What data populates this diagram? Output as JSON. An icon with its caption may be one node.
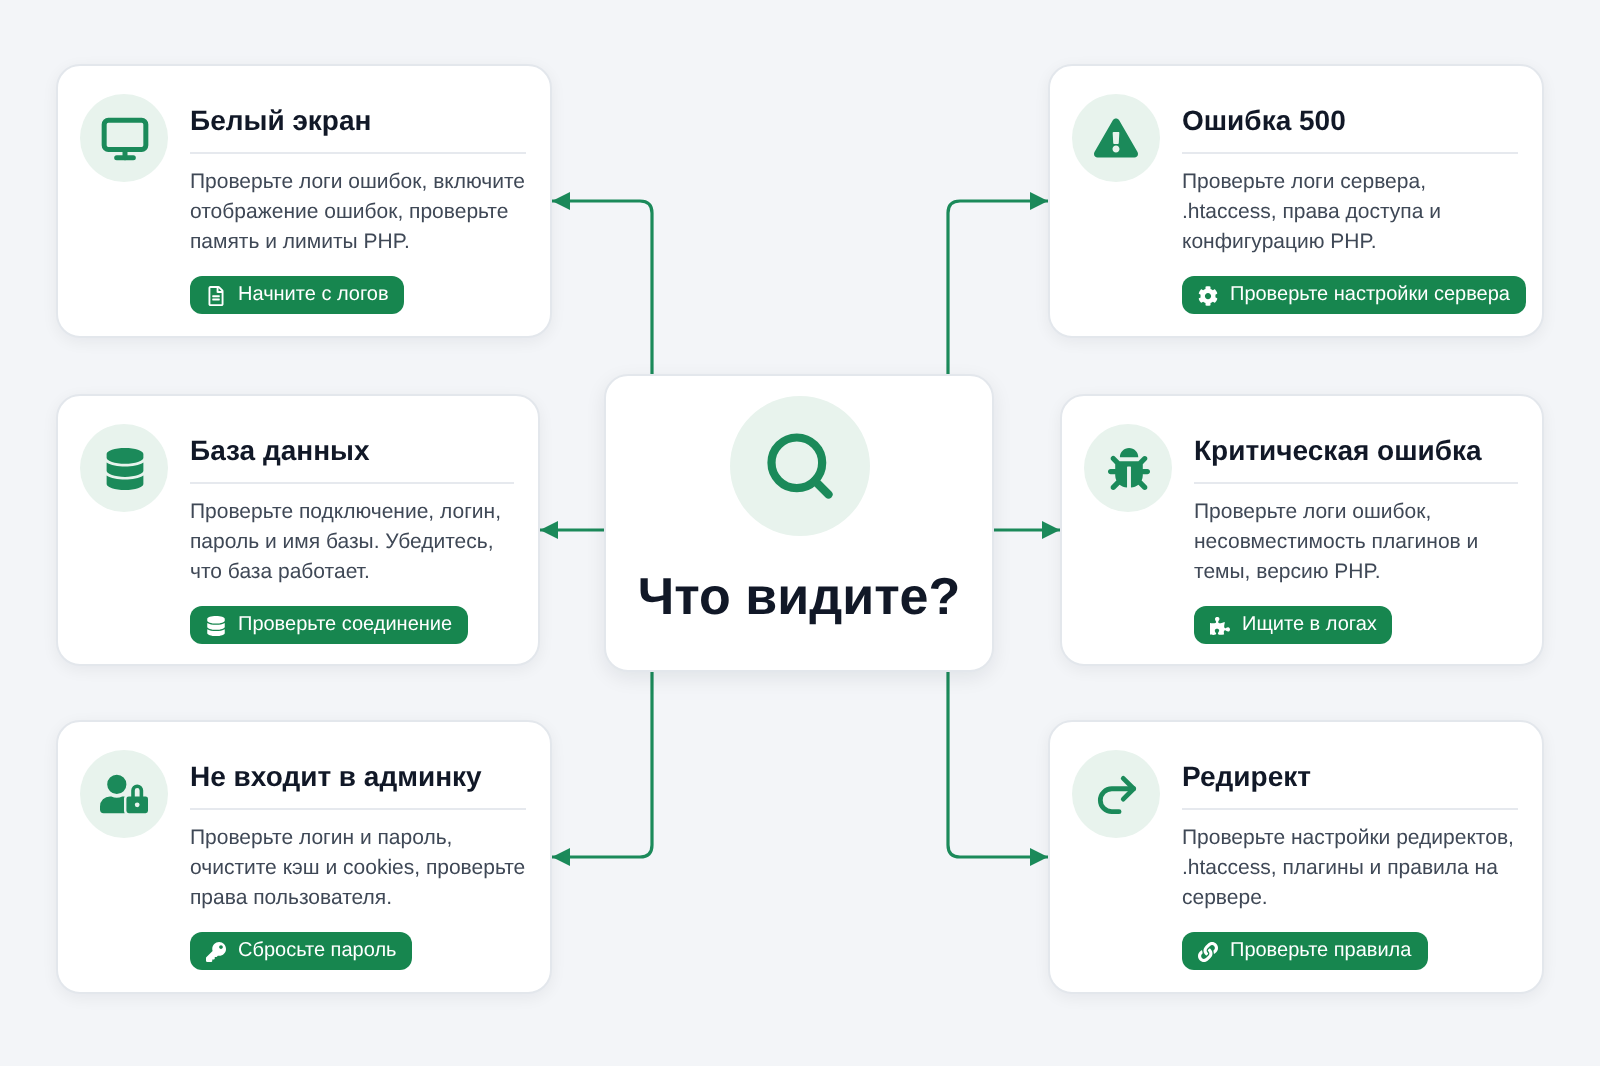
{
  "diagram": {
    "nodes": [
      {
        "text": [
          "Что видите?"
        ]
      },
      {
        "text": [
          "Белый экран",
          "Проверьте логи ошибок, включите отображение ошибок, проверьте память и лимиты PHP."
        ]
      },
      {
        "text": [
          "Начните с логов"
        ],
        "in": 1
      },
      {
        "text": [
          "Ошибка 500",
          "Проверьте логи сервера, .htaccess, права доступа и конфигурацию PHP."
        ]
      },
      {
        "text": [
          "Проверьте настройки сервера"
        ],
        "in": 3
      },
      {
        "text": [
          "База данных",
          "Проверьте подключение, логин, пароль и имя базы. Убедитесь, что база работает."
        ]
      },
      {
        "text": [
          "Проверьте соединение"
        ],
        "in": 5
      },
      {
        "text": [
          "Критическая ошибка",
          "Проверьте логи ошибок, несовместимость плагинов и темы, версию PHP."
        ]
      },
      {
        "text": [
          "Ищите в логах"
        ],
        "in": 7
      },
      {
        "text": [
          "Не входит в админку",
          "Проверьте логин и пароль, очистите кэш и cookies, проверьте права пользователя."
        ]
      },
      {
        "text": [
          "Сбросьте пароль"
        ],
        "in": 9
      },
      {
        "text": [
          "Редирект",
          "Проверьте настройки редиректов, .htaccess, плагины и правила на сервере."
        ]
      },
      {
        "text": [
          "Проверьте правила"
        ],
        "in": 11
      }
    ],
    "edges": [
      {
        "from": 0,
        "to": 1,
        "arrow": "to"
      },
      {
        "from": 0,
        "to": 3,
        "arrow": "to"
      },
      {
        "from": 0,
        "to": 5,
        "arrow": "to"
      },
      {
        "from": 0,
        "to": 7,
        "arrow": "to"
      },
      {
        "from": 0,
        "to": 9,
        "arrow": "to"
      },
      {
        "from": 0,
        "to": 11,
        "arrow": "to"
      }
    ]
  }
}
